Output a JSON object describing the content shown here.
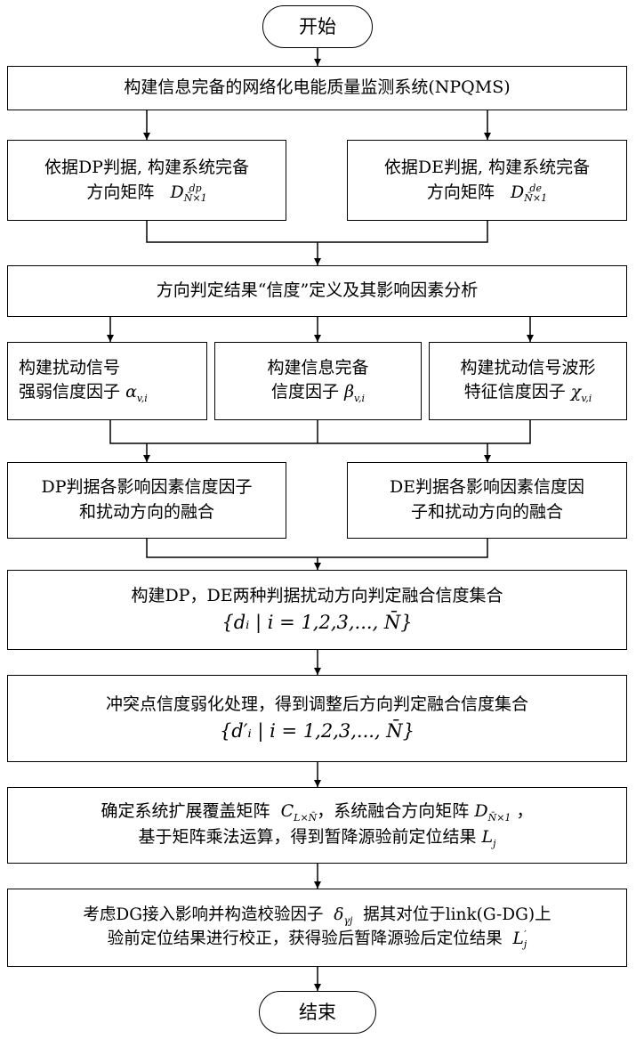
{
  "start": {
    "label": "开始"
  },
  "build_npqms": {
    "text": "构建信息完备的网络化电能质量监测系统(NPQMS)"
  },
  "dp_matrix": {
    "line1": "依据DP判据, 构建系统完备",
    "line2": "方向矩阵",
    "sym": "D",
    "sup": "dp",
    "sub": "N̄×1"
  },
  "de_matrix": {
    "line1": "依据DE判据, 构建系统完备",
    "line2": "方向矩阵",
    "sym": "D",
    "sup": "de",
    "sub": "N̄×1"
  },
  "belief_def": {
    "text": "方向判定结果“信度”定义及其影响因素分析"
  },
  "factor_alpha": {
    "line1": "构建扰动信号",
    "line2": "强弱信度因子",
    "sym": "α",
    "sub": "v,i"
  },
  "factor_beta": {
    "line1": "构建信息完备",
    "line2": "信度因子",
    "sym": "β",
    "sub": "v,i"
  },
  "factor_chi": {
    "line1": "构建扰动信号波形",
    "line2": "特征信度因子",
    "sym": "χ",
    "sub": "v,i"
  },
  "dp_fusion": {
    "line1": "DP判据各影响因素信度因子",
    "line2": "和扰动方向的融合"
  },
  "de_fusion": {
    "line1": "DE判据各影响因素信度因",
    "line2": "子和扰动方向的融合"
  },
  "fusion_set": {
    "line1": "构建DP，DE两种判据扰动方向判定融合信度集合",
    "formula": "{dᵢ | i = 1,2,3,..., N̄}"
  },
  "conflict": {
    "line1": "冲突点信度弱化处理，得到调整后方向判定融合信度集合",
    "formula": "{d′ᵢ | i = 1,2,3,..., N̄}"
  },
  "matrix_mult": {
    "line1_a": "确定系统扩展覆盖矩阵",
    "sym_c": "C",
    "sub_c": "L×N̄",
    "line1_b": "，系统融合方向矩阵",
    "sym_d": "D",
    "sub_d": "N̄×1",
    "line1_c": "，",
    "line2": "基于矩阵乘法运算，得到暂降源验前定位结果",
    "sym_l": "L",
    "sub_l": "j"
  },
  "dg_check": {
    "line1_a": "考虑DG接入影响并构造校验因子",
    "sym_delta": "δ",
    "sub_delta": "γj",
    "line1_b": "据其对位于link(G-DG)上",
    "line2": "验前定位结果进行校正，获得验后暂降源验后定位结果",
    "sym_l": "L",
    "sup_l": "′",
    "sub_l": "j"
  },
  "end": {
    "label": "结束"
  }
}
